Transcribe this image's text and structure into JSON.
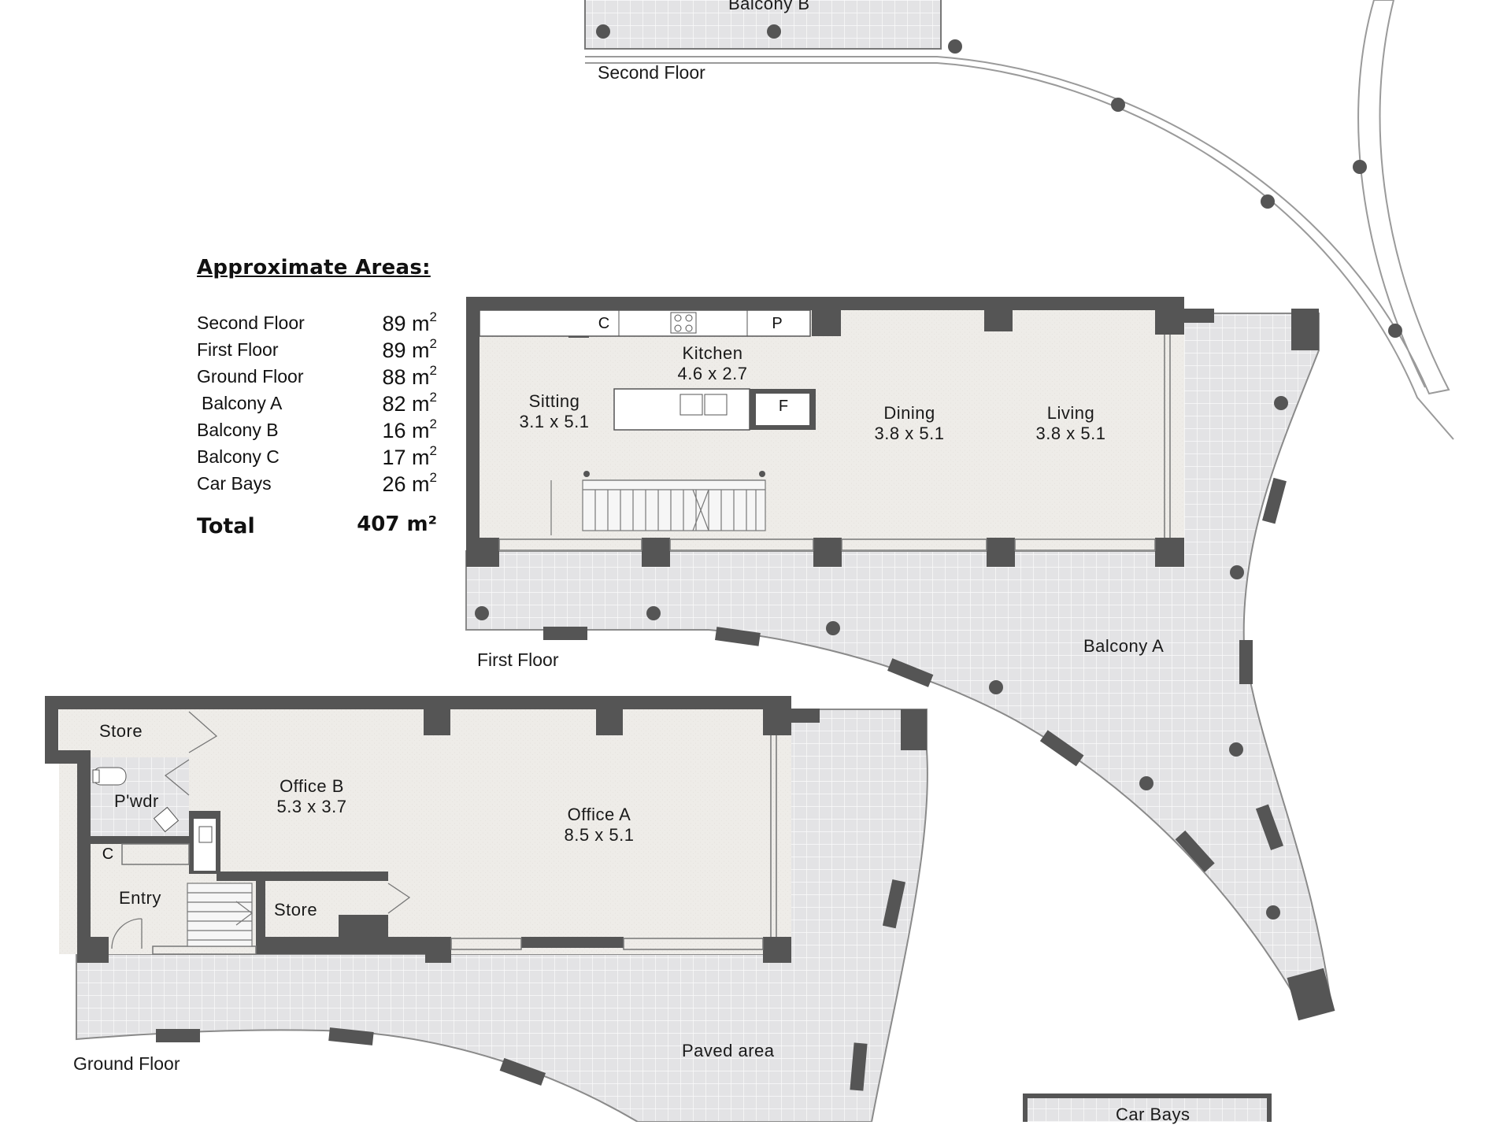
{
  "areas": {
    "title": "Approximate Areas:",
    "rows": [
      {
        "name": "Second Floor",
        "value": "89 m",
        "unit_exp": "2"
      },
      {
        "name": "First Floor",
        "value": "89 m",
        "unit_exp": "2"
      },
      {
        "name": "Ground Floor",
        "value": "88 m",
        "unit_exp": "2"
      },
      {
        "name": "Balcony A",
        "value": "82 m",
        "unit_exp": "2"
      },
      {
        "name": "Balcony B",
        "value": "16 m",
        "unit_exp": "2"
      },
      {
        "name": "Balcony C",
        "value": "17 m",
        "unit_exp": "2"
      },
      {
        "name": "Car Bays",
        "value": "26 m",
        "unit_exp": "2"
      }
    ],
    "total_label": "Total",
    "total_value": "407 m²"
  },
  "second_floor": {
    "label": "Second Floor",
    "balcony_label": "Balcony B"
  },
  "first_floor": {
    "label": "First Floor",
    "rooms": {
      "kitchen": {
        "name": "Kitchen",
        "size": "4.6 x 2.7"
      },
      "sitting": {
        "name": "Sitting",
        "size": "3.1 x 5.1"
      },
      "dining": {
        "name": "Dining",
        "size": "3.8 x 5.1"
      },
      "living": {
        "name": "Living",
        "size": "3.8 x 5.1"
      }
    },
    "fixtures": {
      "cupboard": "C",
      "pantry": "P",
      "fridge": "F"
    },
    "balcony_label": "Balcony A"
  },
  "ground_floor": {
    "label": "Ground Floor",
    "rooms": {
      "store_top": "Store",
      "powder": "P'wdr",
      "office_b": {
        "name": "Office B",
        "size": "5.3 x 3.7"
      },
      "office_a": {
        "name": "Office A",
        "size": "8.5 x 5.1"
      },
      "cupboard": "C",
      "entry": "Entry",
      "store_bottom": "Store"
    },
    "paved_label": "Paved area"
  },
  "car_bays": {
    "label": "Car Bays"
  },
  "colors": {
    "wall": "#555555",
    "floor": "#edebe7",
    "tile": "#e2e2e4",
    "tile_line": "#ffffff",
    "column_dot": "#555555"
  }
}
